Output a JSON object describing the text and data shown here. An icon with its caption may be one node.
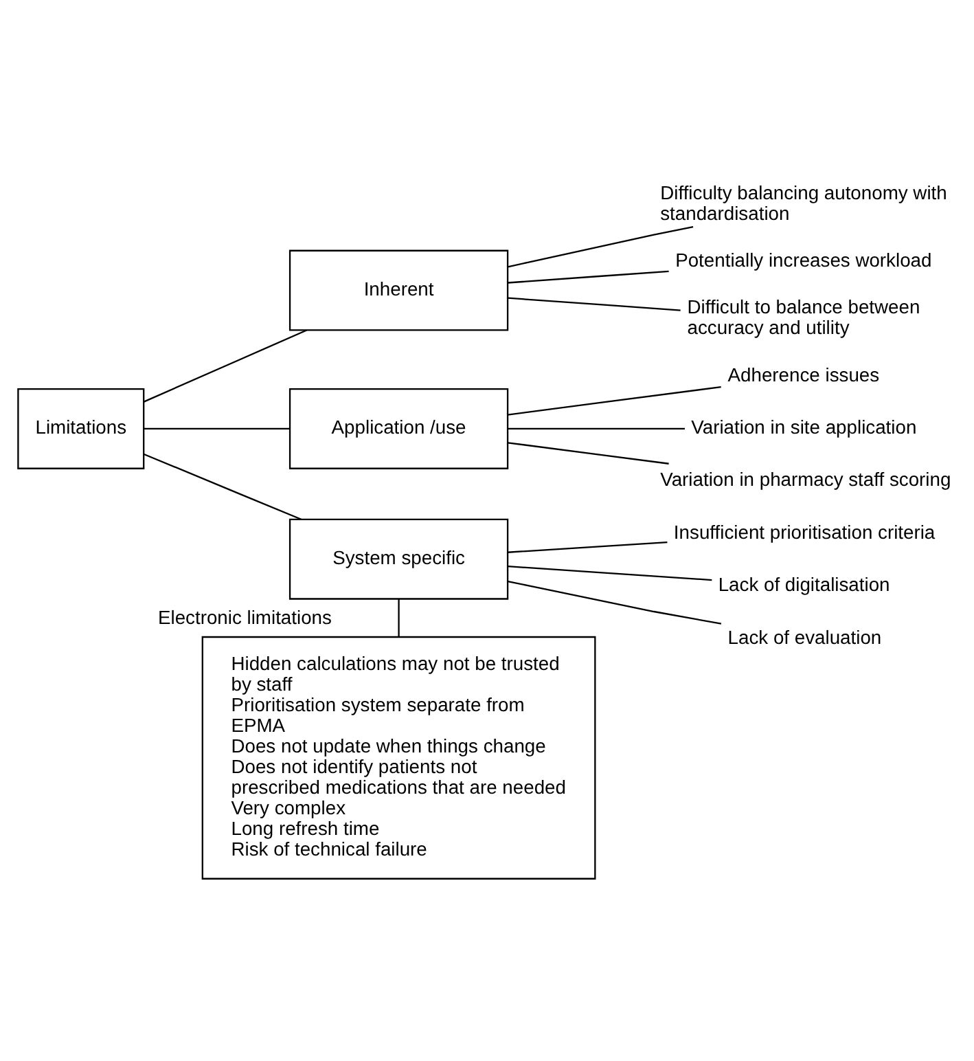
{
  "diagram": {
    "nodes": [
      {
        "text": [
          "Limitations"
        ]
      },
      {
        "text": [
          "Inherent"
        ]
      },
      {
        "text": [
          "Application /use"
        ]
      },
      {
        "text": [
          "System specific"
        ]
      },
      {
        "text": [
          "Difficulty balancing autonomy with standardisation"
        ]
      },
      {
        "text": [
          "Potentially increases workload"
        ]
      },
      {
        "text": [
          "Difficult to balance between accuracy and utility"
        ]
      },
      {
        "text": [
          "Adherence issues"
        ]
      },
      {
        "text": [
          "Variation in site application"
        ]
      },
      {
        "text": [
          "Variation in pharmacy staff scoring"
        ]
      },
      {
        "text": [
          "Insufficient prioritisation criteria"
        ]
      },
      {
        "text": [
          "Lack of digitalisation"
        ]
      },
      {
        "text": [
          "Lack of evaluation"
        ]
      },
      {
        "text": [
          "Hidden calculations may not be trusted by staff",
          "Prioritisation system separate from EPMA",
          "Does not update when things change",
          "Does not identify patients not prescribed medications that are needed",
          "Very complex",
          "Long refresh time",
          "Risk of technical failure"
        ]
      }
    ],
    "edges": [
      {
        "from": 0,
        "to": 1,
        "arrow": "none"
      },
      {
        "from": 0,
        "to": 2,
        "arrow": "none"
      },
      {
        "from": 0,
        "to": 3,
        "arrow": "none"
      },
      {
        "from": 1,
        "to": 4,
        "arrow": "none"
      },
      {
        "from": 1,
        "to": 5,
        "arrow": "none"
      },
      {
        "from": 1,
        "to": 6,
        "arrow": "none"
      },
      {
        "from": 2,
        "to": 7,
        "arrow": "none"
      },
      {
        "from": 2,
        "to": 8,
        "arrow": "none"
      },
      {
        "from": 2,
        "to": 9,
        "arrow": "none"
      },
      {
        "from": 3,
        "to": 10,
        "arrow": "none"
      },
      {
        "from": 3,
        "to": 11,
        "arrow": "none"
      },
      {
        "from": 3,
        "to": 12,
        "arrow": "none"
      },
      {
        "from": 3,
        "to": 13,
        "arrow": "none",
        "label": "Electronic limitations"
      }
    ]
  }
}
